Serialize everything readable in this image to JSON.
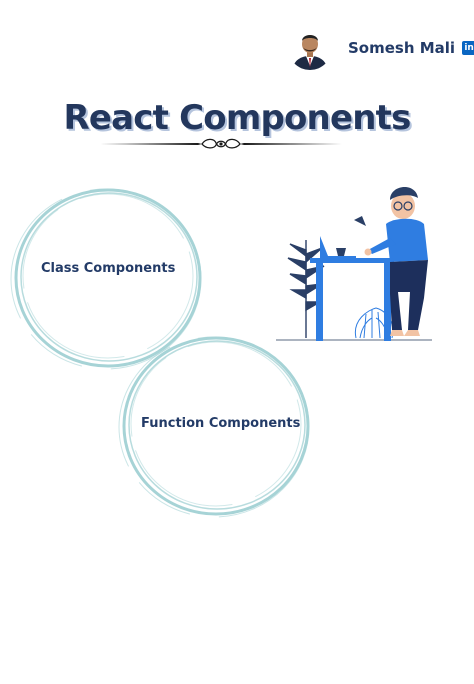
{
  "author": {
    "name": "Somesh Mali",
    "social_icon": "linkedin-icon",
    "social_label": "in"
  },
  "title": "React Components",
  "circles": [
    {
      "label": "Class Components"
    },
    {
      "label": "Function Components"
    }
  ],
  "colors": {
    "title": "#23375d",
    "text": "#233b67",
    "ring": "#a6d3d6",
    "illustration_blue": "#2f7de1",
    "linkedin": "#0a66c2"
  }
}
